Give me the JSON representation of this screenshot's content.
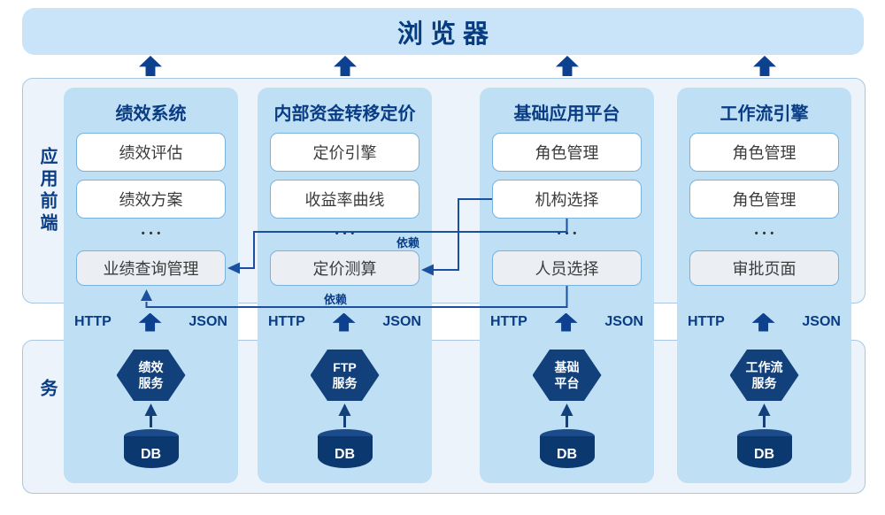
{
  "browser": {
    "label": "浏览器"
  },
  "sections": {
    "frontend_label": "应用前端",
    "backend_label": "后端服务"
  },
  "transport": {
    "left": "HTTP",
    "right": "JSON"
  },
  "ellipsis": "•••",
  "dependency_label": "依赖",
  "columns": [
    {
      "title": "绩效系统",
      "boxes": [
        "绩效评估",
        "绩效方案"
      ],
      "bottom_box": "业绩查询管理",
      "service": {
        "line1": "绩效",
        "line2": "服务"
      },
      "db": "DB"
    },
    {
      "title": "内部资金转移定价",
      "boxes": [
        "定价引擎",
        "收益率曲线"
      ],
      "bottom_box": "定价测算",
      "service": {
        "line1": "FTP",
        "line2": "服务"
      },
      "db": "DB"
    },
    {
      "title": "基础应用平台",
      "boxes": [
        "角色管理",
        "机构选择"
      ],
      "bottom_box": "人员选择",
      "service": {
        "line1": "基础",
        "line2": "平台"
      },
      "db": "DB"
    },
    {
      "title": "工作流引擎",
      "boxes": [
        "角色管理",
        "角色管理"
      ],
      "bottom_box": "审批页面",
      "service": {
        "line1": "工作流",
        "line2": "服务"
      },
      "db": "DB"
    }
  ],
  "connections": [
    {
      "from": "机构选择",
      "to": "业绩查询管理",
      "label": "依赖"
    },
    {
      "from": "机构选择",
      "to": "定价测算",
      "label": ""
    },
    {
      "from": "人员选择",
      "to": "业绩查询管理",
      "label": "依赖"
    }
  ],
  "colors": {
    "navy_text": "#0a3c84",
    "arrow_navy": "#0d4190",
    "line_navy": "#1b4f9f",
    "browser_fill": "#c9e4f8",
    "column_fill": "#bfdff5",
    "container_fill": "#edf3fa",
    "container_border": "#a9c6e2",
    "box_border": "#7ab2de",
    "muted_box_fill": "#ebeff4",
    "hexagon_fill": "#12407b",
    "db_fill": "#0c3870",
    "db_top_fill": "#1c4b8c",
    "box_text": "#3b3b3b"
  }
}
